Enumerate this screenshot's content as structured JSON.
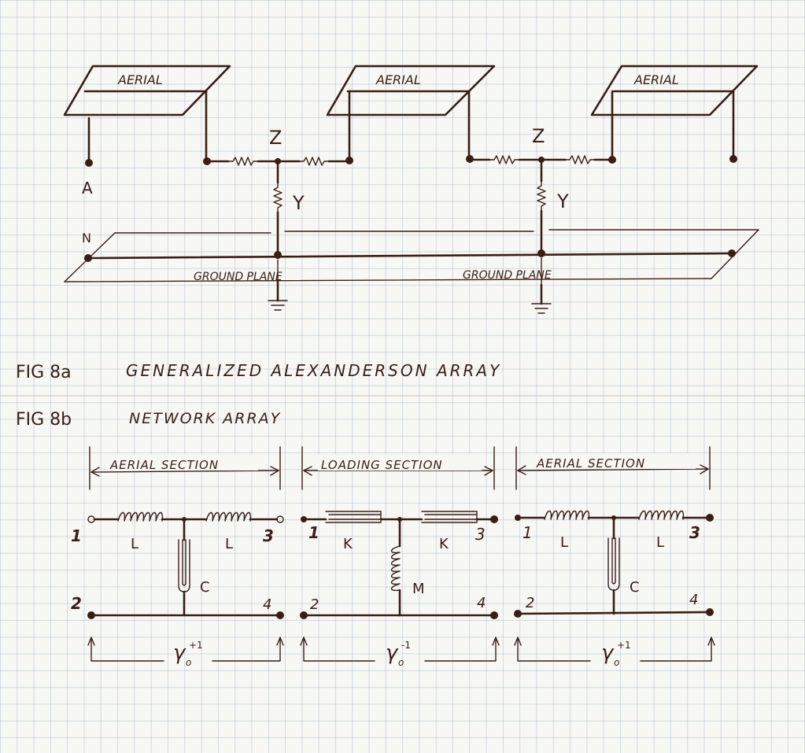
{
  "fig8a": {
    "aerial_label": "AERIAL",
    "z_label": "Z",
    "y_label": "Y",
    "node_a": "A",
    "node_n": "N",
    "ground_plane_label": "GROUND PLANE",
    "caption_fig": "FIG 8a",
    "caption_text": "GENERALIZED ALEXANDERSON ARRAY"
  },
  "fig8b": {
    "caption_fig": "FIG 8b",
    "caption_text": "NETWORK ARRAY",
    "sections": [
      {
        "label": "AERIAL SECTION",
        "series": "L",
        "shunt": "C",
        "gamma": "+1"
      },
      {
        "label": "LOADING SECTION",
        "series": "K",
        "shunt": "M",
        "gamma": "-1"
      },
      {
        "label": "AERIAL SECTION",
        "series": "L",
        "shunt": "C",
        "gamma": "+1"
      }
    ],
    "terminal_1": "1",
    "terminal_2": "2",
    "terminal_3": "3",
    "terminal_4": "4",
    "gamma_symbol": "γ",
    "gamma_subscript": "o"
  },
  "colors": {
    "ink": "#3a1d15",
    "grid": "#8ca5be",
    "paper": "#f7f7f4"
  }
}
